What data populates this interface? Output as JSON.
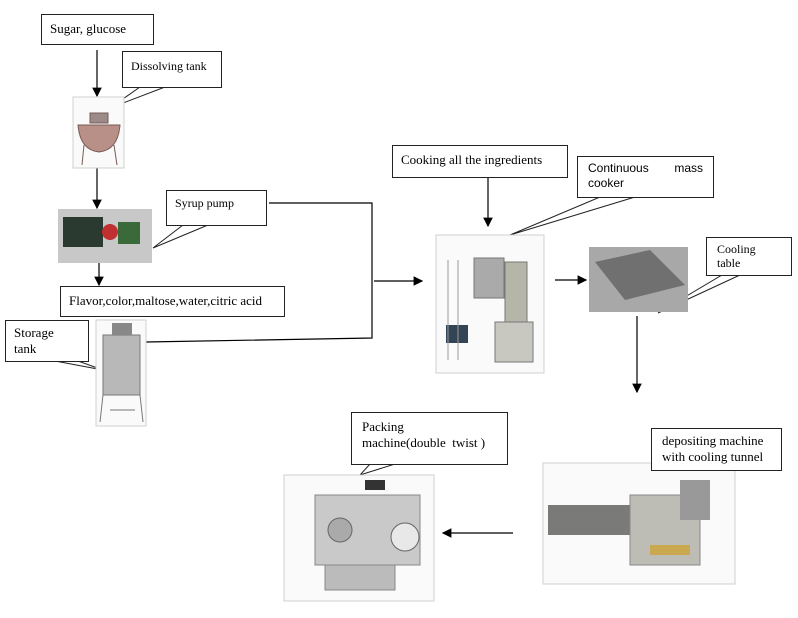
{
  "labels": {
    "sugar": "Sugar, glucose",
    "dissolving_tank": "Dissolving tank",
    "syrup_pump": "Syrup pump",
    "additives": "Flavor,color,maltose,water,citric acid",
    "storage_tank_1": "Storage",
    "storage_tank_2": "tank",
    "cooking": "Cooking all the ingredients",
    "mass_cooker_1": "Continuous",
    "mass_cooker_2": "mass",
    "mass_cooker_3": "cooker",
    "cooling_table_1": "Cooling",
    "cooling_table_2": "table",
    "depositing_1": "depositing machine",
    "depositing_2": "with cooling tunnel",
    "packing_1": "Packing",
    "packing_2": "machine(double  twist )"
  }
}
